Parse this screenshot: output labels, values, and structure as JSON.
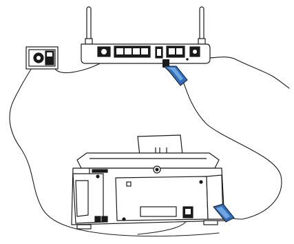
{
  "diagram": {
    "devices": [
      {
        "kind": "wireless-router",
        "icon": "router-icon"
      },
      {
        "kind": "wall-power-outlet",
        "icon": "power-outlet-icon"
      },
      {
        "kind": "printer-rear-view",
        "icon": "printer-icon"
      }
    ],
    "connections": [
      {
        "from": "wall-power-outlet",
        "to": "wireless-router",
        "type": "power-cable"
      },
      {
        "from": "wireless-router",
        "to": "printer-rear-view",
        "type": "usb-cable",
        "color": "#2f6fbe"
      },
      {
        "from": "printer-rear-view",
        "to": "offscreen",
        "type": "power-cable"
      }
    ],
    "colors": {
      "line": "#1a1a1a",
      "usb_connector": "#2f6fbe",
      "usb_connector_light": "#6fa6e0",
      "device_fill": "#ffffff",
      "dark_fill": "#1a1a1a"
    }
  }
}
